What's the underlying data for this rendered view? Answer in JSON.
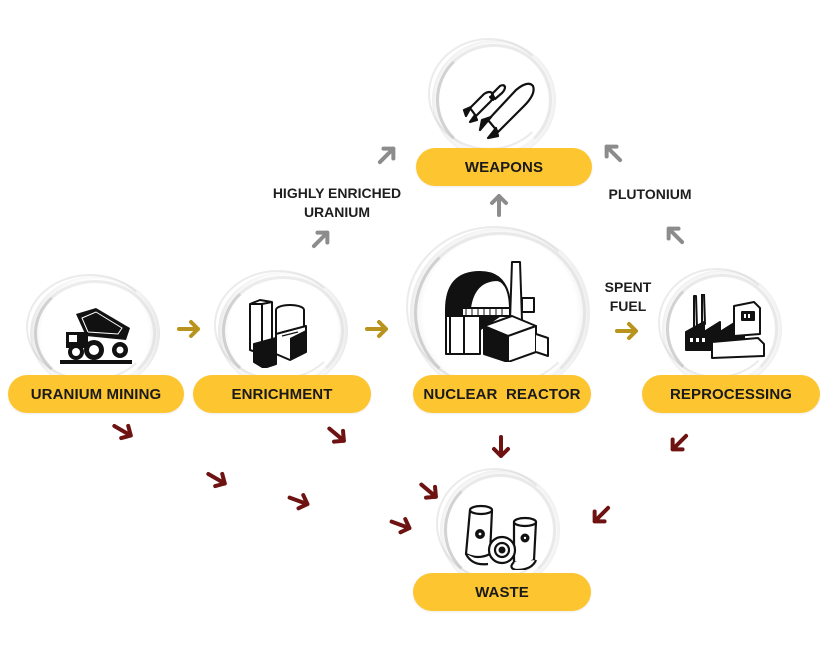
{
  "diagram": {
    "type": "nuclear-fuel-cycle-flow",
    "colors": {
      "pill": "#fdc52f",
      "flow_arrow": "#b8941f",
      "weapons_arrow": "#8c8c8c",
      "waste_arrow": "#6e1212",
      "text": "#1e1e1e"
    },
    "nodes": {
      "weapons": {
        "label": "WEAPONS",
        "icon": "bombs-icon"
      },
      "uranium_mining": {
        "label": "URANIUM MINING",
        "icon": "mining-truck-icon"
      },
      "enrichment": {
        "label": "ENRICHMENT",
        "icon": "enrichment-plant-icon"
      },
      "nuclear_reactor": {
        "label": "NUCLEAR  REACTOR",
        "icon": "reactor-icon"
      },
      "reprocessing": {
        "label": "REPROCESSING",
        "icon": "factory-icon"
      },
      "waste": {
        "label": "WASTE",
        "icon": "waste-barrels-icon"
      }
    },
    "edge_labels": {
      "heu_line1": "HIGHLY ENRICHED",
      "heu_line2": "URANIUM",
      "plutonium": "PLUTONIUM",
      "spent_line1": "SPENT",
      "spent_line2": "FUEL"
    },
    "edges": [
      {
        "from": "uranium_mining",
        "to": "enrichment",
        "kind": "flow"
      },
      {
        "from": "enrichment",
        "to": "nuclear_reactor",
        "kind": "flow"
      },
      {
        "from": "nuclear_reactor",
        "to": "reprocessing",
        "kind": "flow",
        "label": "SPENT FUEL"
      },
      {
        "from": "enrichment",
        "to": "weapons",
        "kind": "weapons",
        "label": "HIGHLY ENRICHED URANIUM"
      },
      {
        "from": "nuclear_reactor",
        "to": "weapons",
        "kind": "weapons"
      },
      {
        "from": "reprocessing",
        "to": "weapons",
        "kind": "weapons",
        "label": "PLUTONIUM"
      },
      {
        "from": "uranium_mining",
        "to": "waste",
        "kind": "waste"
      },
      {
        "from": "enrichment",
        "to": "waste",
        "kind": "waste"
      },
      {
        "from": "nuclear_reactor",
        "to": "waste",
        "kind": "waste"
      },
      {
        "from": "reprocessing",
        "to": "waste",
        "kind": "waste"
      }
    ]
  }
}
